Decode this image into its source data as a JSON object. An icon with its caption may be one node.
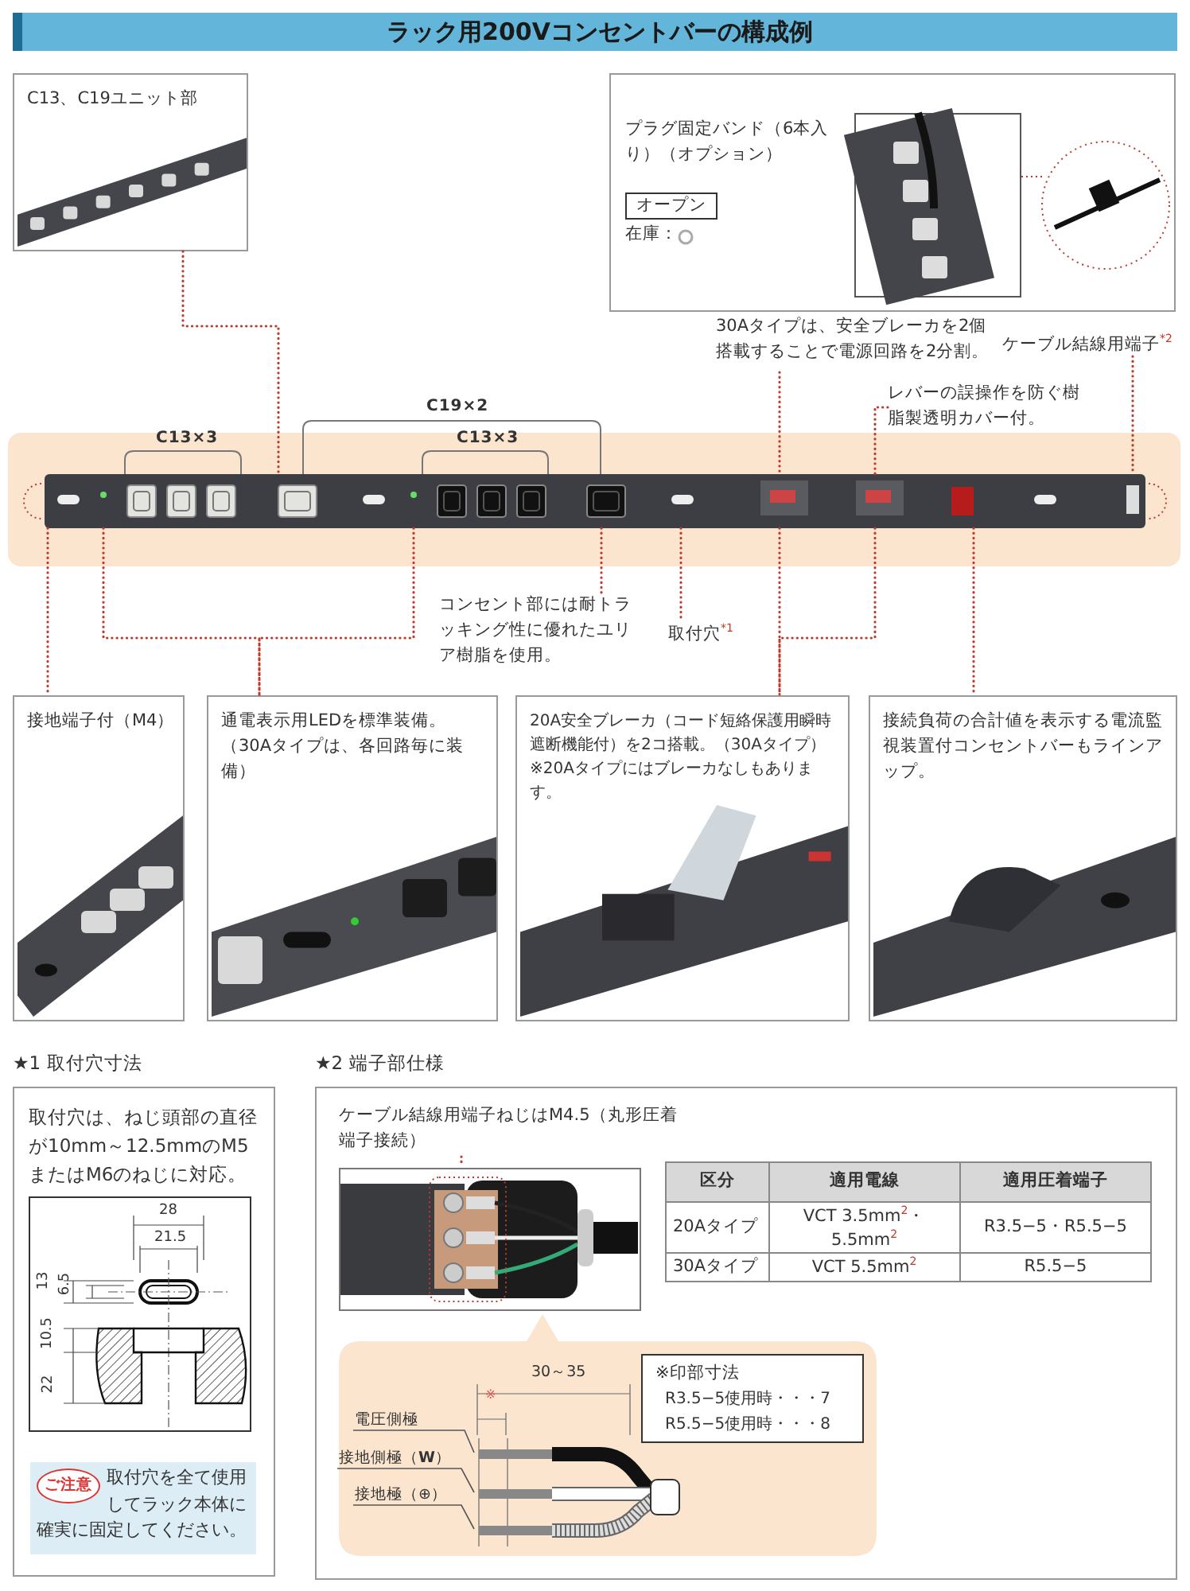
{
  "diagram": {
    "title": "ラック用200Vコンセントバーの構成例",
    "nodes": [
      {
        "text": [
          "C13、C19ユニット部"
        ]
      },
      {
        "text": [
          "プラグ固定バンド（6本入り）（オプション）",
          "オープン",
          "在庫："
        ]
      },
      {
        "text": [
          "30Aタイプは、安全ブレーカを2個搭載することで電源回路を2分割。"
        ]
      },
      {
        "text": [
          "ケーブル結線用端子$^{*2}$"
        ]
      },
      {
        "text": [
          "レバーの誤操作を防ぐ樹脂製透明カバー付。"
        ]
      },
      {
        "text": [],
        "shape": "picture"
      },
      {
        "text": [
          "コンセント部には耐トラッキング性に優れたユリア樹脂を使用。"
        ]
      },
      {
        "text": [
          "取付穴$^{*1}$"
        ]
      },
      {
        "text": [
          "接地端子付（M4）"
        ]
      },
      {
        "text": [
          "通電表示用LEDを標準装備。（30Aタイプは、各回路毎に装備）"
        ]
      },
      {
        "text": [
          "20A安全ブレーカ（コード短絡保護用瞬時遮断機能付）を2コ搭載。（30Aタイプ）",
          "※20Aタイプにはブレーカなしもあります。"
        ]
      },
      {
        "text": [
          "接続負荷の合計値を表示する電流監視装置付コンセントバーもラインアップ。"
        ]
      },
      {
        "text": [
          "★1 取付穴寸法",
          "取付穴は、ねじ頭部の直径が10mm～12.5mmのM5またはM6のねじに対応。"
        ]
      },
      {
        "text": [
          "ご注意",
          "取付穴を全て使用してラック本体に確実に固定してください。"
        ],
        "in": 12
      },
      {
        "text": [
          "★2 端子部仕様"
        ]
      },
      {
        "text": [
          "ケーブル結線用端子ねじはM4.5（丸形圧着端子接続）"
        ],
        "in": 14
      },
      {
        "text": [],
        "shape": "picture",
        "in": 14
      },
      {
        "text": [],
        "shape": "box",
        "in": 14
      },
      {
        "text": [
          "※印部寸法",
          "R3.5−5使用時・・・7",
          "R5.5−5使用時・・・8"
        ],
        "in": 17
      },
      {
        "text": [
          "電圧側極"
        ],
        "in": 17
      },
      {
        "text": [
          "接地側極（**W**）"
        ],
        "in": 17
      },
      {
        "text": [
          "接地極（⊕）"
        ],
        "in": 17
      },
      {
        "text": [],
        "shape": "picture",
        "in": 17
      }
    ],
    "edges": [
      {
        "from": 0,
        "to": 5,
        "arrow": "none",
        "style": "dashed"
      },
      {
        "from": 2,
        "to": 5,
        "arrow": "none",
        "style": "dashed"
      },
      {
        "from": 4,
        "to": 5,
        "arrow": "none",
        "style": "dashed"
      },
      {
        "from": 3,
        "to": 5,
        "arrow": "none",
        "style": "dashed"
      },
      {
        "from": 5,
        "to": 8,
        "arrow": "none",
        "style": "dashed"
      },
      {
        "from": 5,
        "to": 9,
        "arrow": "none",
        "style": "dashed"
      },
      {
        "from": 5,
        "to": 9,
        "arrow": "none",
        "style": "dashed"
      },
      {
        "from": 5,
        "to": 6,
        "arrow": "none",
        "style": "dashed"
      },
      {
        "from": 5,
        "to": 7,
        "arrow": "none",
        "style": "dashed"
      },
      {
        "from": 5,
        "to": 10,
        "arrow": "none",
        "style": "dashed"
      },
      {
        "from": 5,
        "to": 10,
        "arrow": "none",
        "style": "dashed"
      },
      {
        "from": 5,
        "to": 11,
        "arrow": "none",
        "style": "dashed"
      },
      {
        "from": 15,
        "to": 16,
        "arrow": "none",
        "style": "dashed"
      },
      {
        "from": 19,
        "to": 22,
        "arrow": "none",
        "color": "#555555"
      },
      {
        "from": 20,
        "to": 22,
        "arrow": "none",
        "color": "#555555"
      },
      {
        "from": 21,
        "to": 22,
        "arrow": "none",
        "color": "#555555"
      }
    ],
    "labels": [
      "C19×2",
      "C13×3",
      "C13×3",
      "28",
      "21.5",
      "13",
      "6.5",
      "10.5",
      "22",
      "区分",
      "適用電線",
      "適用圧着端子",
      "20Aタイプ",
      "VCT 3.5mm$^{2}$・5.5mm$^{2}$",
      "R3.5−5・R5.5−5",
      "30Aタイプ",
      "VCT 5.5mm$^{2}$",
      "R5.5−5",
      "30～35",
      "※"
    ]
  }
}
